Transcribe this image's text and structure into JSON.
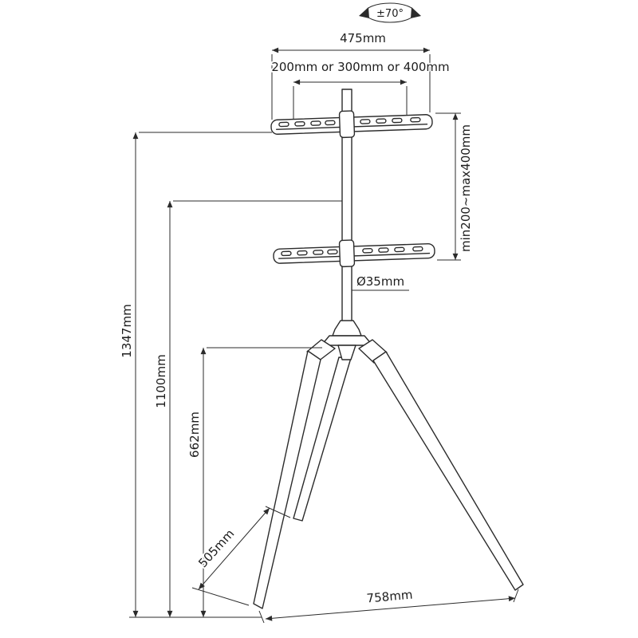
{
  "diagram": {
    "labels": {
      "rotation_angle": "±70°",
      "bracket_width": "475mm",
      "vesa_options": "200mm or 300mm or 400mm",
      "bracket_spacing": "min200~max400mm",
      "pole_diameter": "Ø35mm",
      "total_height": "1347mm",
      "pole_height": "1100mm",
      "hub_height": "662mm",
      "leg_depth": "505mm",
      "base_width": "758mm"
    },
    "colors": {
      "line": "#2b2b2b",
      "text": "#1d1d1d",
      "background": "#ffffff"
    }
  }
}
